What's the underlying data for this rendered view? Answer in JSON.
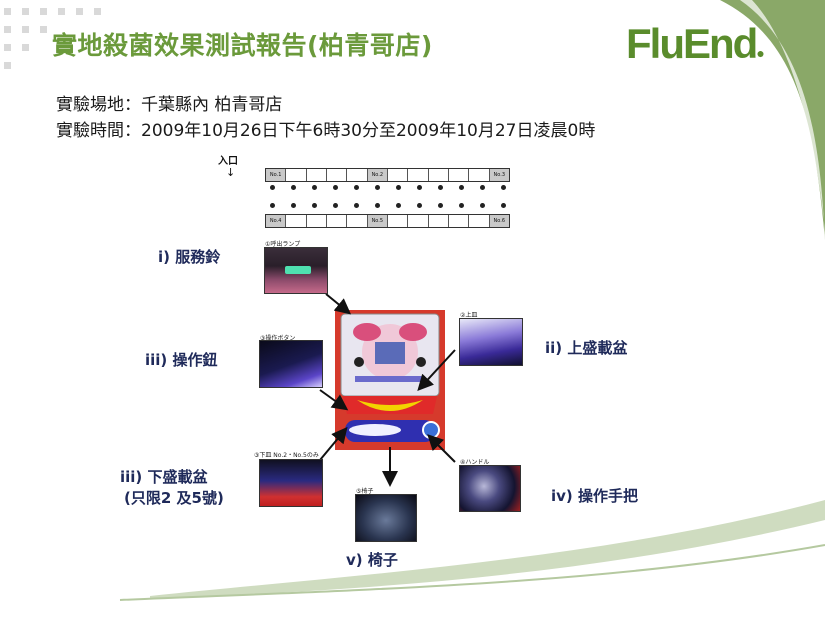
{
  "slide": {
    "title": "實地殺菌效果測試報告(柏青哥店)",
    "logo_text": "FluEnd",
    "location_line": "實驗場地：千葉縣內 柏青哥店",
    "time_line": "實驗時間：2009年10月26日下午6時30分至2009年10月27日凌晨0時"
  },
  "seat_map": {
    "entrance_label": "入口",
    "entrance_arrow": "↓",
    "top_row": [
      "No.1",
      "",
      "",
      "",
      "",
      "No.2",
      "",
      "",
      "",
      "",
      "",
      "No.3"
    ],
    "bottom_row": [
      "No.4",
      "",
      "",
      "",
      "",
      "No.5",
      "",
      "",
      "",
      "",
      "",
      "No.6"
    ]
  },
  "labels": {
    "bell": "i) 服務鈴",
    "tray_upper": "ii) 上盛載盆",
    "button": "iii) 操作鈕",
    "tray_lower_1": "iii) 下盛載盆",
    "tray_lower_2": "(只限2 及5號)",
    "handle": "iv) 操作手把",
    "chair": "v) 椅子"
  },
  "photo_captions": {
    "bell": "①呼出ランプ",
    "button": "③操作ボタン",
    "tray_upper": "②上皿",
    "tray_lower": "③下皿 No.2・No.5のみ",
    "chair": "⑤椅子",
    "handle": "④ハンドル"
  },
  "colors": {
    "title_green": "#6b9a3b",
    "label_navy": "#1f2a5a",
    "swoosh_green": "#8aa868"
  }
}
